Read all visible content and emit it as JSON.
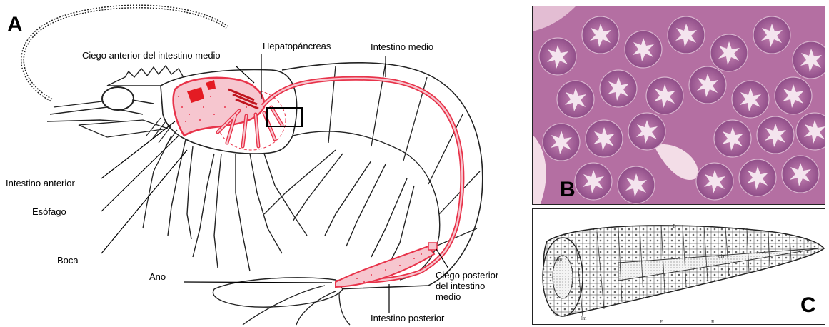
{
  "panel_letters": {
    "a": "A",
    "b": "B",
    "c": "C"
  },
  "labels": {
    "ciego_anterior": "Ciego anterior del intestino medio",
    "hepatopancreas": "Hepatopáncreas",
    "intestino_medio": "Intestino medio",
    "intestino_anterior": "Intestino anterior",
    "esofago": "Esófago",
    "boca": "Boca",
    "ano": "Ano",
    "ciego_posterior": "Ciego posterior\ndel intestino\nmedio",
    "intestino_posterior": "Intestino posterior"
  },
  "colors": {
    "gut": "#e8334a",
    "gut_fill": "#f6c6cf",
    "histology_bg": "#b46fa2",
    "histology_lumen": "#f3dde7"
  }
}
